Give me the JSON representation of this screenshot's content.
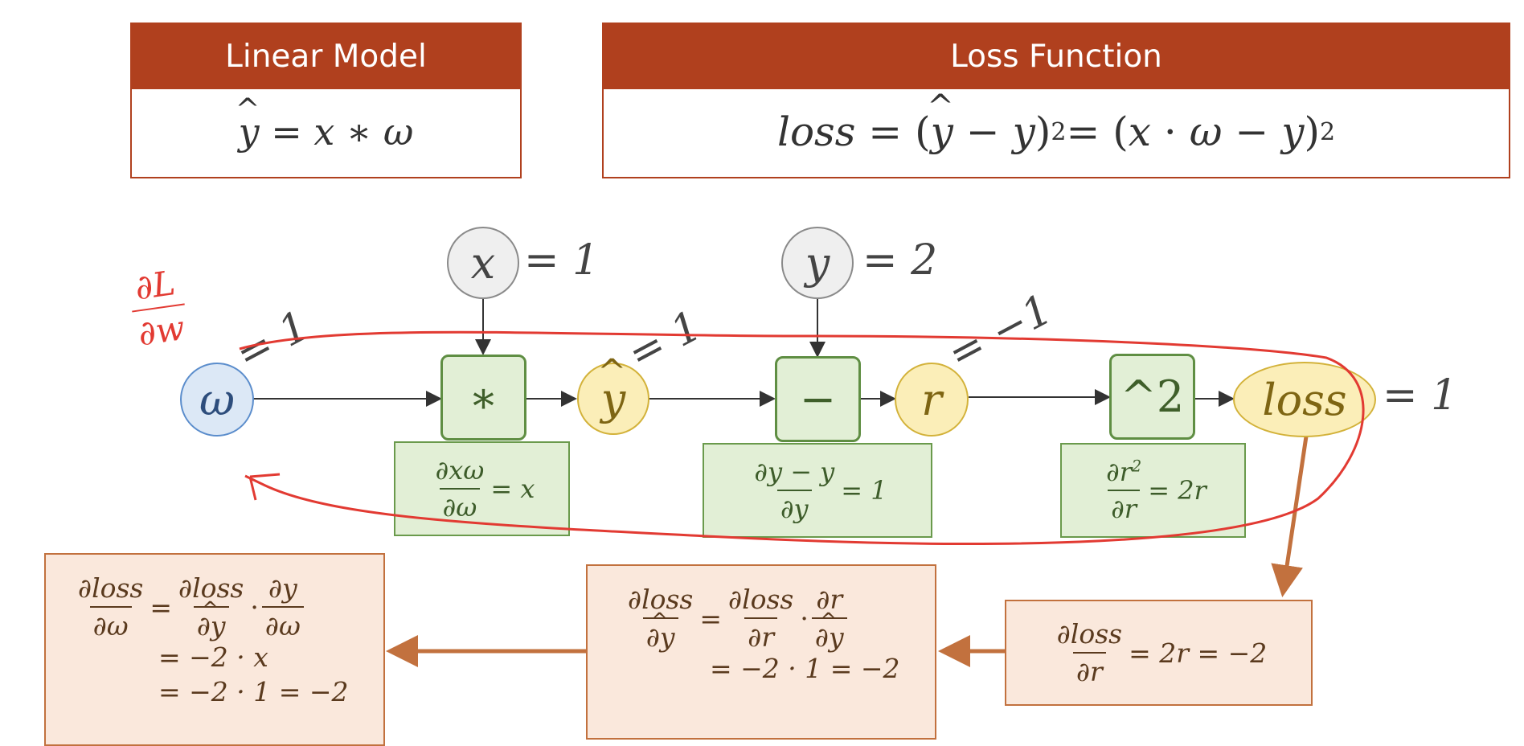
{
  "linear_model": {
    "title": "Linear Model",
    "eq": {
      "y": "y",
      "eqs": "=",
      "x": "x",
      "op": "∗",
      "w": "ω"
    }
  },
  "loss_function": {
    "title": "Loss Function",
    "eq": {
      "loss": "loss",
      "eq1": "=",
      "lp1": "(",
      "yhat": "y",
      "minus1": "−",
      "y1": "y",
      "rp1": ")",
      "pow1": "2",
      "eq2": "=",
      "lp2": "(",
      "x": "x",
      "dot": "·",
      "w": "ω",
      "minus2": "−",
      "y2": "y",
      "rp2": ")",
      "pow2": "2"
    }
  },
  "graph": {
    "x_node": "x",
    "x_value": "= 1",
    "y_node": "y",
    "y_value": "= 2",
    "w_node": "ω",
    "w_value": "= 1",
    "mul_op": "∗",
    "yhat_node": "y",
    "yhat_value": "= 1",
    "sub_op": "−",
    "r_node": "r",
    "r_value": "= −1",
    "sq_op": "^2",
    "loss_node": "loss",
    "loss_value": "= 1"
  },
  "local_derivatives": {
    "mul": {
      "num": "∂xω",
      "den": "∂ω",
      "rhs": "= x"
    },
    "sub": {
      "num": "∂y − y",
      "den": "∂y",
      "rhs": "= 1"
    },
    "sq": {
      "num": "∂r",
      "sup": "2",
      "den": "∂r",
      "rhs": "= 2r"
    }
  },
  "backward": {
    "box1": {
      "num": "∂loss",
      "den": "∂r",
      "rhs": "= 2r = −2"
    },
    "box2": {
      "l_num": "∂loss",
      "l_den": "∂y",
      "eq": "=",
      "a_num": "∂loss",
      "a_den": "∂r",
      "dot": "·",
      "b_num": "∂r",
      "b_den": "∂y",
      "line2": "= −2 · 1 = −2"
    },
    "box3": {
      "l_num": "∂loss",
      "l_den": "∂ω",
      "eq": "=",
      "a_num": "∂loss",
      "a_den": "∂y",
      "dot": "·",
      "b_num": "∂y",
      "b_den": "∂ω",
      "line2": "= −2 · x",
      "line3": "= −2 · 1 = −2"
    }
  },
  "annotation": {
    "color": "#e23a32",
    "num": "∂L",
    "den": "∂w"
  },
  "colors": {
    "header": "#b0401e",
    "op_fill": "#e2efd6",
    "backward_fill": "#fae8dc",
    "arrow": "#c2713e"
  }
}
